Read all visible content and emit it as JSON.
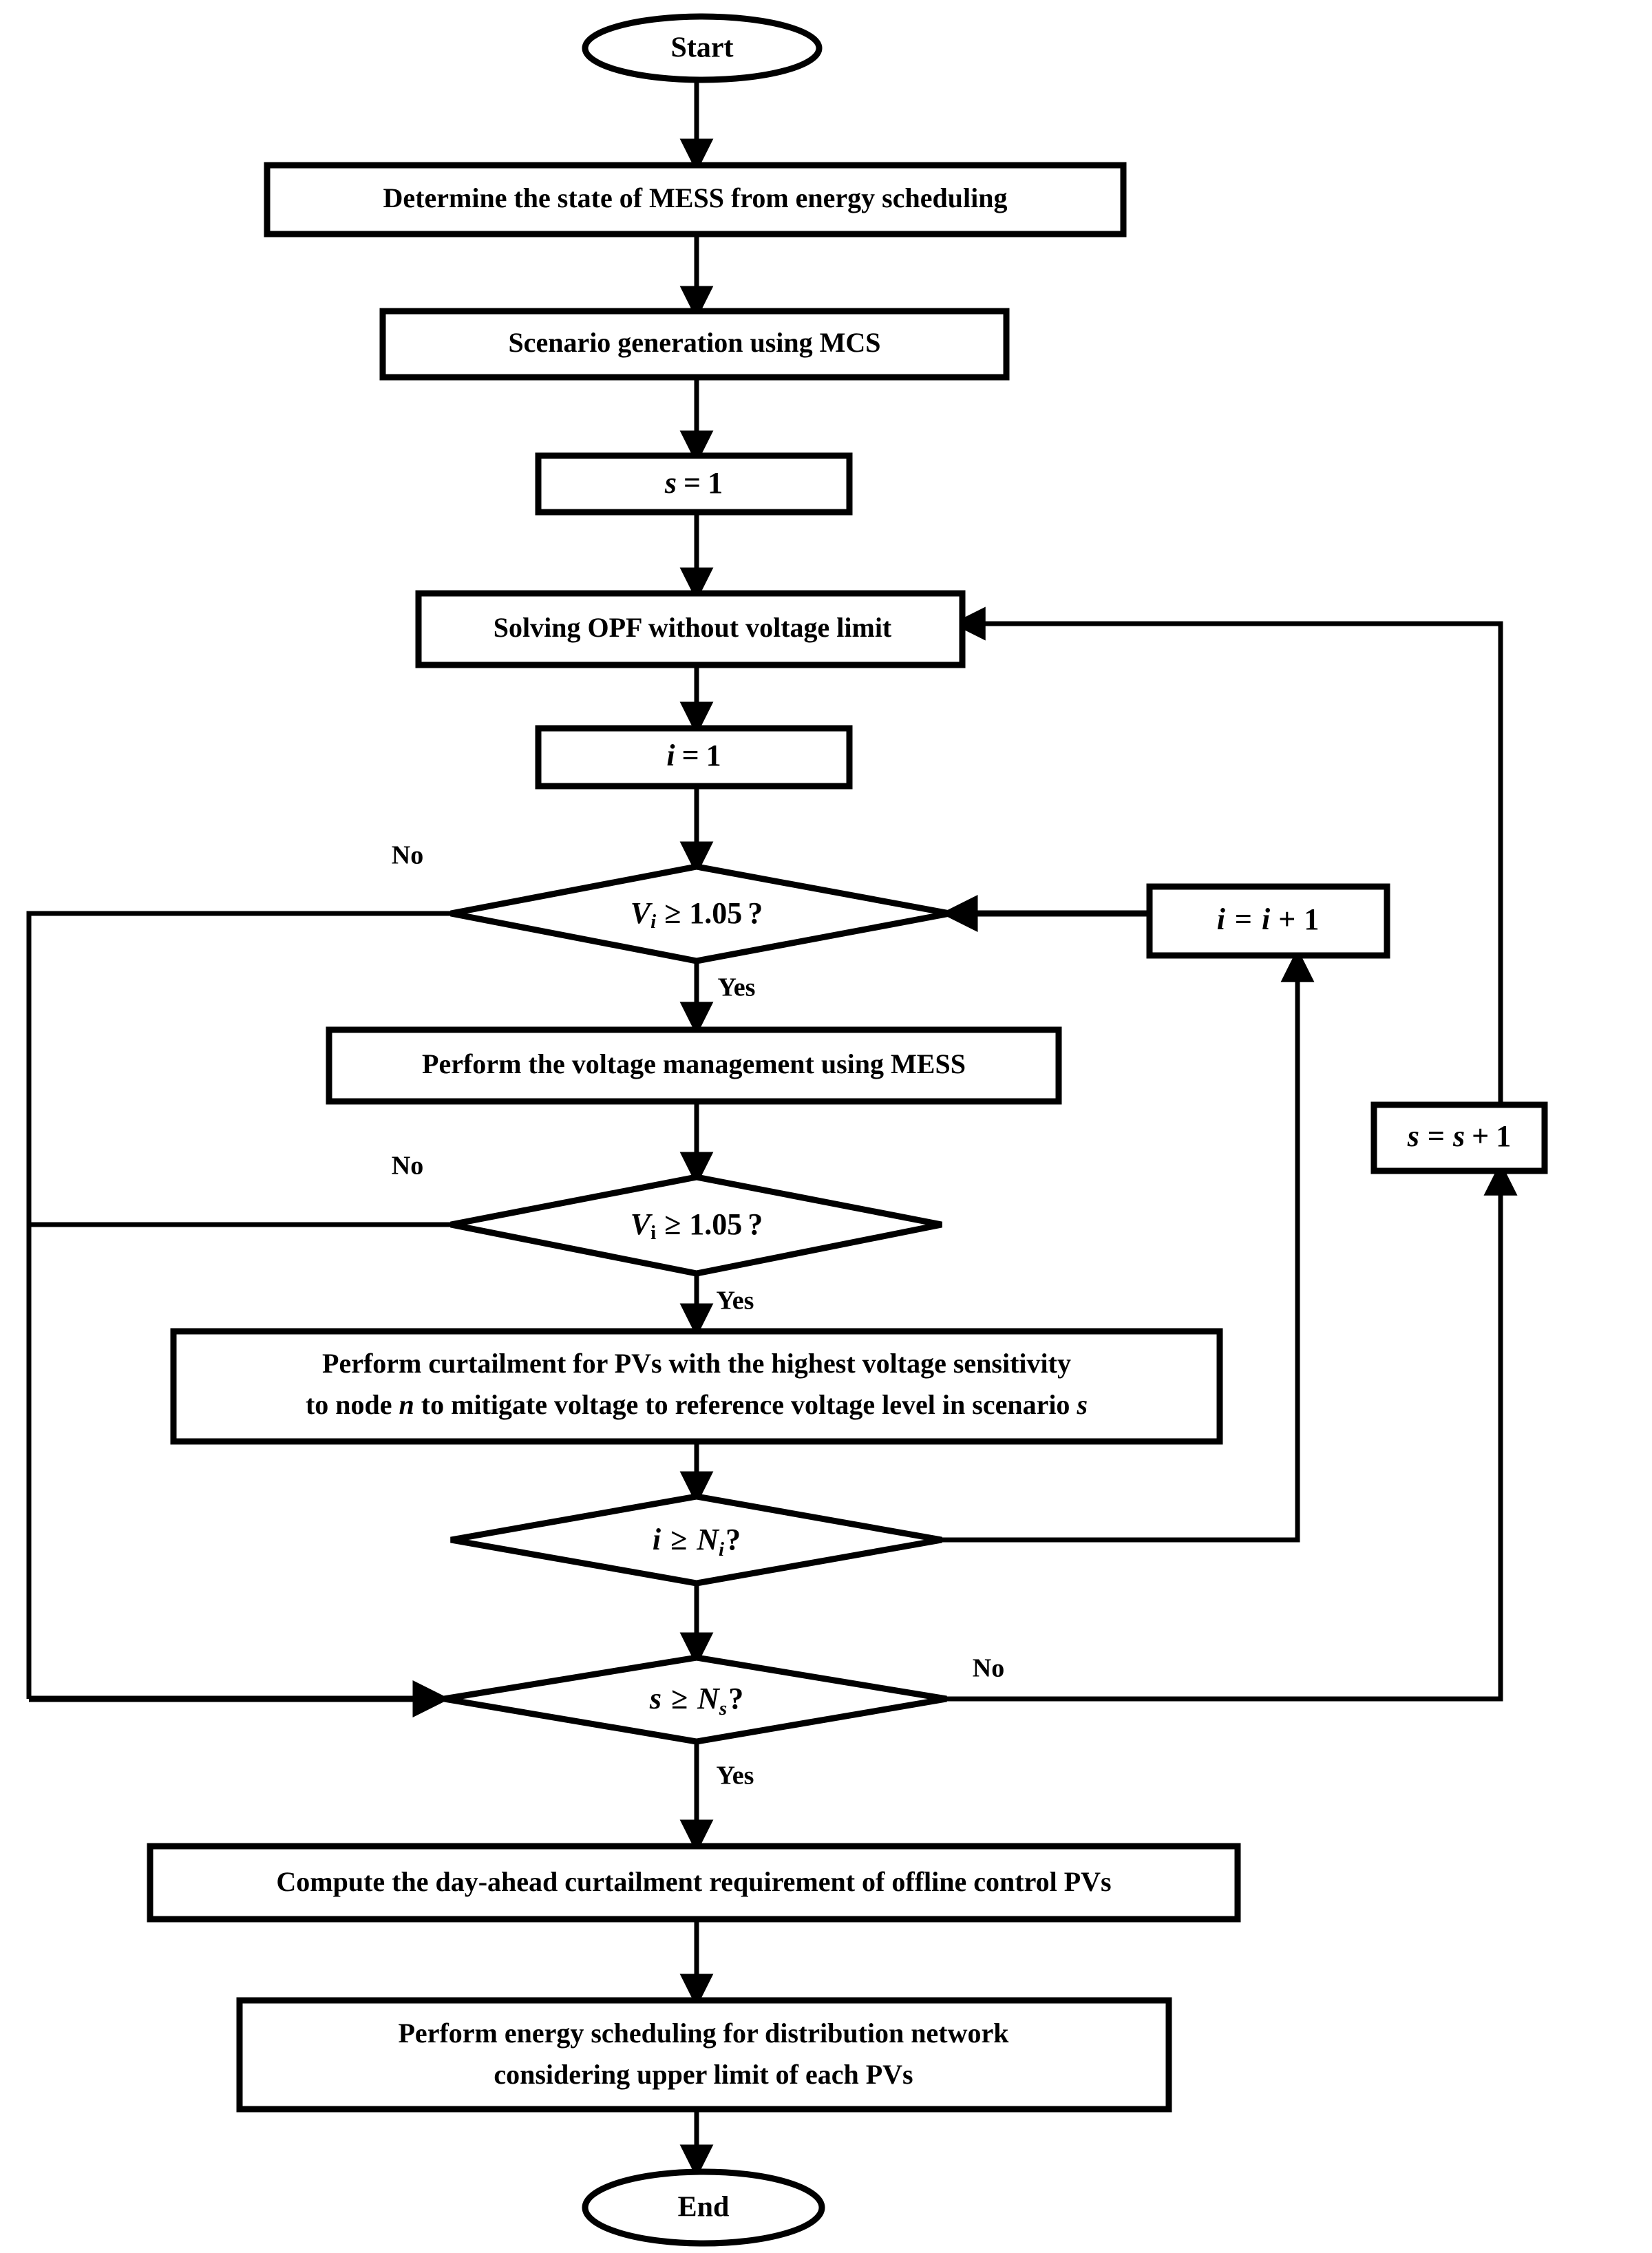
{
  "diagram": {
    "title": "MESS voltage management and PV curtailment flowchart",
    "type": "flowchart",
    "background_color": "#ffffff",
    "line_color": "#000000"
  },
  "nodes": {
    "start": {
      "id": "start",
      "shape": "ellipse",
      "label": "Start"
    },
    "determine_mess": {
      "id": "determine_mess",
      "shape": "rectangle",
      "label": "Determine the state of MESS from energy scheduling"
    },
    "scenario_gen": {
      "id": "scenario_gen",
      "shape": "rectangle",
      "label": "Scenario generation using MCS"
    },
    "s_init": {
      "id": "s_init",
      "shape": "rectangle",
      "label": "s = 1",
      "var": "s",
      "op": "=",
      "value": "1"
    },
    "solve_opf": {
      "id": "solve_opf",
      "shape": "rectangle",
      "label": "Solving OPF without voltage limit"
    },
    "i_init": {
      "id": "i_init",
      "shape": "rectangle",
      "label": "i = 1",
      "var": "i",
      "op": "=",
      "value": "1"
    },
    "check_v1": {
      "id": "check_v1",
      "shape": "diamond",
      "label": "V_i ≥ 1.05 ?",
      "var": "V",
      "subscript": "i",
      "operator": "≥",
      "threshold": "1.05"
    },
    "voltage_mgmt": {
      "id": "voltage_mgmt",
      "shape": "rectangle",
      "label": "Perform the voltage management using MESS"
    },
    "check_v2": {
      "id": "check_v2",
      "shape": "diamond",
      "label": "V_i ≥ 1.05 ?",
      "var": "V",
      "subscript": "i",
      "operator": "≥",
      "threshold": "1.05"
    },
    "curtailment": {
      "id": "curtailment",
      "shape": "rectangle",
      "line1": "Perform curtailment for PVs with the highest voltage sensitivity",
      "line2_a": "to node ",
      "line2_var": "n",
      "line2_b": "  to mitigate voltage to reference voltage level in scenario ",
      "line2_var2": "s"
    },
    "check_i": {
      "id": "check_i",
      "shape": "diamond",
      "label": "i ≥ N_i ?",
      "var": "i",
      "operator": "≥",
      "limit": "N",
      "limit_sub": "i"
    },
    "check_s": {
      "id": "check_s",
      "shape": "diamond",
      "label": "s ≥ N_s ?",
      "var": "s",
      "operator": "≥",
      "limit": "N",
      "limit_sub": "s"
    },
    "i_incr": {
      "id": "i_incr",
      "shape": "rectangle",
      "label": "i = i + 1",
      "var": "i",
      "op": "=",
      "value": "i + 1"
    },
    "s_incr": {
      "id": "s_incr",
      "shape": "rectangle",
      "label": "s = s + 1",
      "var": "s",
      "op": "=",
      "value": "s + 1"
    },
    "compute_dayahead": {
      "id": "compute_dayahead",
      "shape": "rectangle",
      "label": "Compute the day-ahead curtailment requirement of offline control PVs"
    },
    "energy_sched": {
      "id": "energy_sched",
      "shape": "rectangle",
      "line1": "Perform energy scheduling for distribution network",
      "line2": "considering upper limit of each PVs"
    },
    "end": {
      "id": "end",
      "shape": "ellipse",
      "label": "End"
    }
  },
  "edge_labels": {
    "no_v1": "No",
    "yes_v1": "Yes",
    "no_v2": "No",
    "yes_v2": "Yes",
    "no_s": "No",
    "yes_s": "Yes"
  },
  "edges": [
    {
      "from": "start",
      "to": "determine_mess",
      "label": ""
    },
    {
      "from": "determine_mess",
      "to": "scenario_gen",
      "label": ""
    },
    {
      "from": "scenario_gen",
      "to": "s_init",
      "label": ""
    },
    {
      "from": "s_init",
      "to": "solve_opf",
      "label": ""
    },
    {
      "from": "solve_opf",
      "to": "i_init",
      "label": ""
    },
    {
      "from": "i_init",
      "to": "check_v1",
      "label": ""
    },
    {
      "from": "check_v1",
      "to": "voltage_mgmt",
      "label": "Yes"
    },
    {
      "from": "check_v1",
      "to": "check_s",
      "label": "No"
    },
    {
      "from": "voltage_mgmt",
      "to": "check_v2",
      "label": ""
    },
    {
      "from": "check_v2",
      "to": "curtailment",
      "label": "Yes"
    },
    {
      "from": "check_v2",
      "to": "check_s",
      "label": "No"
    },
    {
      "from": "curtailment",
      "to": "check_i",
      "label": ""
    },
    {
      "from": "check_i",
      "to": "i_incr",
      "label": ""
    },
    {
      "from": "i_incr",
      "to": "check_v1",
      "label": ""
    },
    {
      "from": "check_i",
      "to": "check_s",
      "label": ""
    },
    {
      "from": "check_s",
      "to": "s_incr",
      "label": "No"
    },
    {
      "from": "s_incr",
      "to": "solve_opf",
      "label": ""
    },
    {
      "from": "check_s",
      "to": "compute_dayahead",
      "label": "Yes"
    },
    {
      "from": "compute_dayahead",
      "to": "energy_sched",
      "label": ""
    },
    {
      "from": "energy_sched",
      "to": "end",
      "label": ""
    }
  ]
}
